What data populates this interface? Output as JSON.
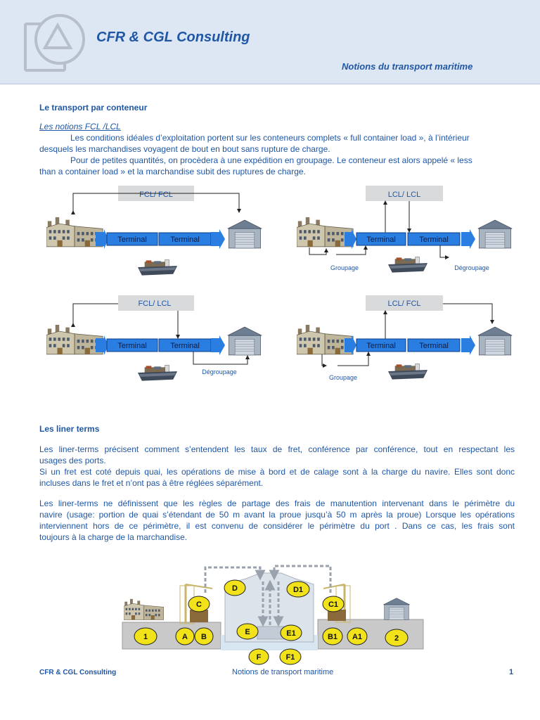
{
  "header": {
    "company": "CFR & CGL Consulting",
    "subject": "Notions du transport maritime"
  },
  "section1": {
    "title": "Le transport par conteneur",
    "subtitle": "Les notions FCL /LCL",
    "p1_line1": "Les conditions idéales d’exploitation portent sur les conteneurs complets « full container load », à l’intérieur",
    "p1_line2": "desquels les marchandises voyagent de bout en bout sans rupture de charge.",
    "p2_line1": "Pour de petites quantités, on procèdera à une expédition en groupage. Le conteneur  est alors appelé « less",
    "p2_line2": "than a container load » et la marchandise subit des ruptures de charge."
  },
  "diagrams": {
    "d1": {
      "title": "FCL/ FCL",
      "terminal1": "Terminal",
      "terminal2": "Terminal"
    },
    "d2": {
      "title": "LCL/ LCL",
      "terminal1": "Terminal",
      "terminal2": "Terminal",
      "left_label": "Groupage",
      "right_label": "Dégroupage"
    },
    "d3": {
      "title": "FCL/ LCL",
      "terminal1": "Terminal",
      "terminal2": "Terminal",
      "right_label": "Dégroupage"
    },
    "d4": {
      "title": "LCL/ FCL",
      "terminal1": "Terminal",
      "terminal2": "Terminal",
      "left_label": "Groupage"
    }
  },
  "section2": {
    "title": "Les liner terms",
    "p1_line1": "Les liner-terms précisent comment s’entendent les taux de fret, conférence par conférence, tout en respectant les",
    "p1_line2": "usages des ports.",
    "p2_line1": "Si un fret est coté depuis quai, les opérations de mise à bord  et de calage sont à la charge du navire. Elles sont donc",
    "p2_line2": "incluses dans le fret et n’ont pas à être réglées séparément.",
    "p3_line1": "Les liner-terms ne définissent que les règles de partage des frais de manutention intervenant dans le périmètre du",
    "p3_line2": "navire (usage: portion de quai s’étendant de 50 m avant la proue jusqu’à 50 m après la proue) Lorsque les opérations",
    "p3_line3": "interviennent hors de ce périmètre, il est convenu de considérer le périmètre du port . Dans ce cas, les frais sont",
    "p3_line4": "toujours à la charge de la marchandise."
  },
  "liner_diagram": {
    "labels": {
      "n1": "1",
      "a": "A",
      "b": "B",
      "c": "C",
      "d": "D",
      "e": "E",
      "f": "F",
      "d1": "D1",
      "e1": "E1",
      "f1": "F1",
      "c1": "C1",
      "b1": "B1",
      "a1": "A1",
      "n2": "2"
    }
  },
  "footer": {
    "left": "CFR & CGL Consulting",
    "middle": "Notions de transport maritime",
    "page": "1"
  }
}
